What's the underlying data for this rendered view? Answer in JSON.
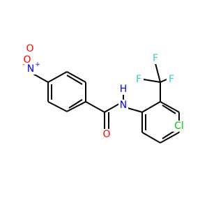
{
  "colors": {
    "bond": "#000000",
    "carbon": "#000000",
    "nitrogen": "#0000ff",
    "oxygen": "#ff0000",
    "fluorine": "#33cccc",
    "chlorine": "#00cc00",
    "background": "#ffffff"
  },
  "atoms": {
    "o_minus": {
      "symbol": "O",
      "charge": "-",
      "element": "oxygen"
    },
    "n_plus": {
      "symbol": "N",
      "charge": "+",
      "element": "nitrogen"
    },
    "o_nitro": {
      "symbol": "O",
      "charge": "",
      "element": "oxygen"
    },
    "o_amide": {
      "symbol": "O",
      "charge": "",
      "element": "oxygen"
    },
    "n_amide": {
      "symbol": "N",
      "charge": "",
      "element": "nitrogen"
    },
    "h_amide": {
      "symbol": "H",
      "charge": "",
      "element": "nitrogen"
    },
    "f_top": {
      "symbol": "F",
      "charge": "",
      "element": "fluorine"
    },
    "f_left": {
      "symbol": "F",
      "charge": "",
      "element": "fluorine"
    },
    "f_right": {
      "symbol": "F",
      "charge": "",
      "element": "fluorine"
    },
    "cl": {
      "symbol": "Cl",
      "charge": "",
      "element": "chlorine"
    }
  }
}
